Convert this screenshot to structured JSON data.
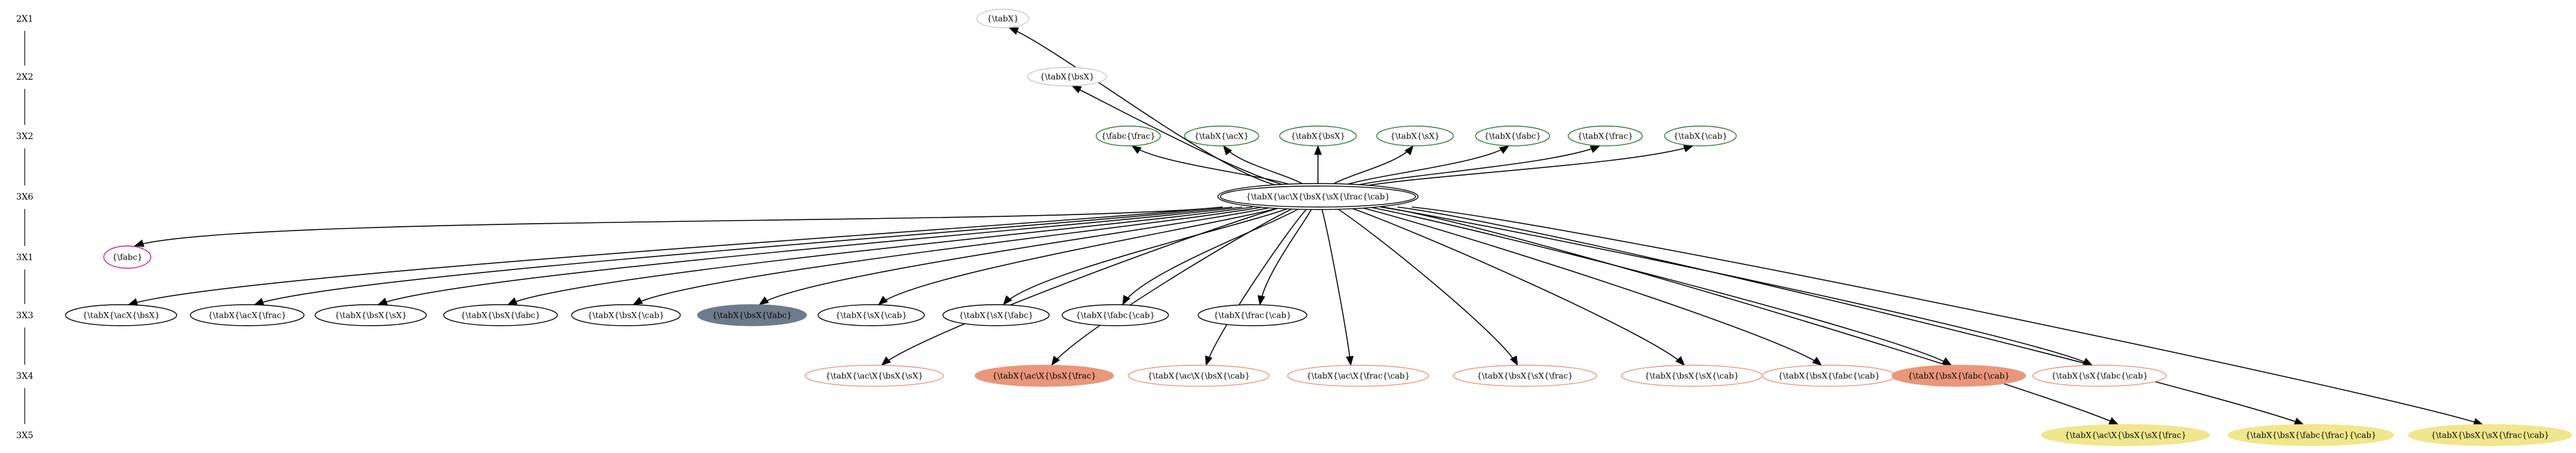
{
  "ranks": [
    {
      "id": "r1",
      "label": "2X1"
    },
    {
      "id": "r2",
      "label": "2X2"
    },
    {
      "id": "r3",
      "label": "3X2"
    },
    {
      "id": "r4",
      "label": "3X6"
    },
    {
      "id": "r5",
      "label": "3X1"
    },
    {
      "id": "r6",
      "label": "3X3"
    },
    {
      "id": "r7",
      "label": "3X4"
    },
    {
      "id": "r8",
      "label": "3X5"
    }
  ],
  "root": {
    "label": "{\\tabX{\\ac\\X{\\bsX{\\sX{\\frac{\\cab}",
    "style": "root"
  },
  "nodes": [
    {
      "id": "n_abX",
      "rank": "r1",
      "label": "{\\tabX}",
      "style": "faint"
    },
    {
      "id": "n_abXbsX",
      "rank": "r2",
      "label": "{\\tabX{\\bsX}",
      "style": "faint"
    },
    {
      "id": "n_fabc_frac",
      "rank": "r3",
      "label": "{\\fabc{\\frac}",
      "style": "green"
    },
    {
      "id": "n_abX_acX",
      "rank": "r3",
      "label": "{\\tabX{\\acX}",
      "style": "green"
    },
    {
      "id": "n_abX_bsX2",
      "rank": "r3",
      "label": "{\\tabX{\\bsX}",
      "style": "green"
    },
    {
      "id": "n_abX_sX",
      "rank": "r3",
      "label": "{\\tabX{\\sX}",
      "style": "green"
    },
    {
      "id": "n_abX_fabc",
      "rank": "r3",
      "label": "{\\tabX{\\fabc}",
      "style": "green"
    },
    {
      "id": "n_abX_frac",
      "rank": "r3",
      "label": "{\\tabX{\\frac}",
      "style": "green"
    },
    {
      "id": "n_abX_cab",
      "rank": "r3",
      "label": "{\\tabX{\\cab}",
      "style": "green"
    },
    {
      "id": "n_fabc",
      "rank": "r5",
      "label": "{\\fabc}",
      "style": "magenta"
    },
    {
      "id": "n_r6_1",
      "rank": "r6",
      "label": "{\\tabX{\\acX{\\bsX}",
      "style": "plain"
    },
    {
      "id": "n_r6_2",
      "rank": "r6",
      "label": "{\\tabX{\\acX{\\frac}",
      "style": "plain"
    },
    {
      "id": "n_r6_3",
      "rank": "r6",
      "label": "{\\tabX{\\bsX{\\sX}",
      "style": "plain"
    },
    {
      "id": "n_r6_4",
      "rank": "r6",
      "label": "{\\tabX{\\bsX{\\fabc}",
      "style": "plain"
    },
    {
      "id": "n_r6_5",
      "rank": "r6",
      "label": "{\\tabX{\\bsX{\\cab}",
      "style": "plain"
    },
    {
      "id": "n_r6_6",
      "rank": "r6",
      "label": "{\\tabX{\\bsX{\\fabc}",
      "style": "dark"
    },
    {
      "id": "n_r6_7",
      "rank": "r6",
      "label": "{\\tabX{\\sX{\\cab}",
      "style": "plain"
    },
    {
      "id": "n_r6_8",
      "rank": "r6",
      "label": "{\\tabX{\\sX{\\fabc}",
      "style": "plain"
    },
    {
      "id": "n_r6_9",
      "rank": "r6",
      "label": "{\\tabX{\\fabc{\\cab}",
      "style": "plain"
    },
    {
      "id": "n_r6_10",
      "rank": "r6",
      "label": "{\\tabX{\\frac{\\cab}",
      "style": "plain"
    },
    {
      "id": "n_r7_1",
      "rank": "r7",
      "label": "{\\tabX{\\ac\\X{\\bsX{\\sX}",
      "style": "salmon-outline"
    },
    {
      "id": "n_r7_2",
      "rank": "r7",
      "label": "{\\tabX{\\ac\\X{\\bsX{\\frac}",
      "style": "salmon"
    },
    {
      "id": "n_r7_3",
      "rank": "r7",
      "label": "{\\tabX{\\ac\\X{\\bsX{\\cab}",
      "style": "salmon-outline"
    },
    {
      "id": "n_r7_4",
      "rank": "r7",
      "label": "{\\tabX{\\ac\\X{\\frac{\\cab}",
      "style": "salmon-outline"
    },
    {
      "id": "n_r7_5",
      "rank": "r7",
      "label": "{\\tabX{\\bsX{\\sX{\\frac}",
      "style": "salmon-outline"
    },
    {
      "id": "n_r7_6",
      "rank": "r7",
      "label": "{\\tabX{\\bsX{\\sX{\\cab}",
      "style": "salmon-outline"
    },
    {
      "id": "n_r7_7",
      "rank": "r7",
      "label": "{\\tabX{\\bsX{\\fabc{\\cab}",
      "style": "salmon-outline"
    },
    {
      "id": "n_r7_8",
      "rank": "r7",
      "label": "{\\tabX{\\bsX{\\fabc{\\cab}",
      "style": "salmon"
    },
    {
      "id": "n_r7_9",
      "rank": "r7",
      "label": "{\\tabX{\\sX{\\fabc{\\cab}",
      "style": "salmon-outline"
    },
    {
      "id": "n_r8_1",
      "rank": "r8",
      "label": "{\\tabX{\\ac\\X{\\bsX{\\sX{\\frac}",
      "style": "yellow"
    },
    {
      "id": "n_r8_2",
      "rank": "r8",
      "label": "{\\tabX{\\bsX{\\fabc{\\frac}{\\cab}",
      "style": "yellow"
    },
    {
      "id": "n_r8_3",
      "rank": "r8",
      "label": "{\\tabX{\\bsX{\\sX{\\frac{\\cab}",
      "style": "yellow"
    }
  ],
  "styles": {
    "root": {
      "fill": "#ffffff",
      "stroke": "#000000"
    },
    "faint": {
      "fill": "#ffffff",
      "stroke": "#c8c8c8"
    },
    "green": {
      "fill": "#ffffff",
      "stroke": "#2e7d32"
    },
    "magenta": {
      "fill": "#ffffff",
      "stroke": "#d0129a"
    },
    "plain": {
      "fill": "#ffffff",
      "stroke": "#000000"
    },
    "dark": {
      "fill": "#6e7b8b",
      "stroke": "#6e7b8b"
    },
    "salmon-outline": {
      "fill": "#ffffff",
      "stroke": "#e9967a"
    },
    "salmon": {
      "fill": "#e9967a",
      "stroke": "#e9967a"
    },
    "yellow": {
      "fill": "#f0e68c",
      "stroke": "#f0e68c"
    }
  }
}
